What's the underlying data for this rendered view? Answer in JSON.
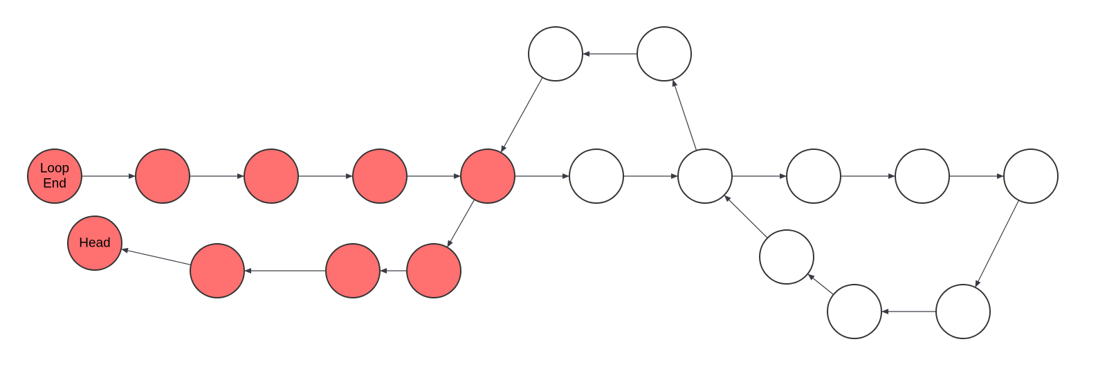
{
  "colors": {
    "visited_fill": "#ff7070",
    "unvisited_fill": "#ffffff",
    "stroke": "#333333",
    "edge": "#3a3d46"
  },
  "nodes": [
    {
      "id": "loop-end",
      "label": [
        "Loop",
        "End"
      ],
      "visited": true
    },
    {
      "id": "n1",
      "label": [],
      "visited": true
    },
    {
      "id": "n2",
      "label": [],
      "visited": true
    },
    {
      "id": "n3",
      "label": [],
      "visited": true
    },
    {
      "id": "n4",
      "label": [],
      "visited": true
    },
    {
      "id": "n5",
      "label": [],
      "visited": false
    },
    {
      "id": "n6",
      "label": [],
      "visited": false
    },
    {
      "id": "n7",
      "label": [],
      "visited": false
    },
    {
      "id": "n8",
      "label": [],
      "visited": false
    },
    {
      "id": "n9",
      "label": [],
      "visited": false
    },
    {
      "id": "n10",
      "label": [],
      "visited": false
    },
    {
      "id": "n11",
      "label": [],
      "visited": false
    },
    {
      "id": "n12",
      "label": [],
      "visited": false
    },
    {
      "id": "n13",
      "label": [],
      "visited": false
    },
    {
      "id": "n14",
      "label": [],
      "visited": false
    },
    {
      "id": "n15",
      "label": [],
      "visited": true
    },
    {
      "id": "n16",
      "label": [],
      "visited": true
    },
    {
      "id": "n17",
      "label": [],
      "visited": true
    },
    {
      "id": "head",
      "label": [
        "Head"
      ],
      "visited": true
    }
  ],
  "edges": [
    {
      "from": "loop-end",
      "to": "n1"
    },
    {
      "from": "n1",
      "to": "n2"
    },
    {
      "from": "n2",
      "to": "n3"
    },
    {
      "from": "n3",
      "to": "n4"
    },
    {
      "from": "n4",
      "to": "n5"
    },
    {
      "from": "n5",
      "to": "n6"
    },
    {
      "from": "n6",
      "to": "n7"
    },
    {
      "from": "n7",
      "to": "n8"
    },
    {
      "from": "n8",
      "to": "n9"
    },
    {
      "from": "n6",
      "to": "n10"
    },
    {
      "from": "n10",
      "to": "n11"
    },
    {
      "from": "n11",
      "to": "n4"
    },
    {
      "from": "n9",
      "to": "n12"
    },
    {
      "from": "n12",
      "to": "n13"
    },
    {
      "from": "n13",
      "to": "n14"
    },
    {
      "from": "n14",
      "to": "n6"
    },
    {
      "from": "n4",
      "to": "n15"
    },
    {
      "from": "n15",
      "to": "n16"
    },
    {
      "from": "n16",
      "to": "n17"
    },
    {
      "from": "n17",
      "to": "head"
    }
  ]
}
